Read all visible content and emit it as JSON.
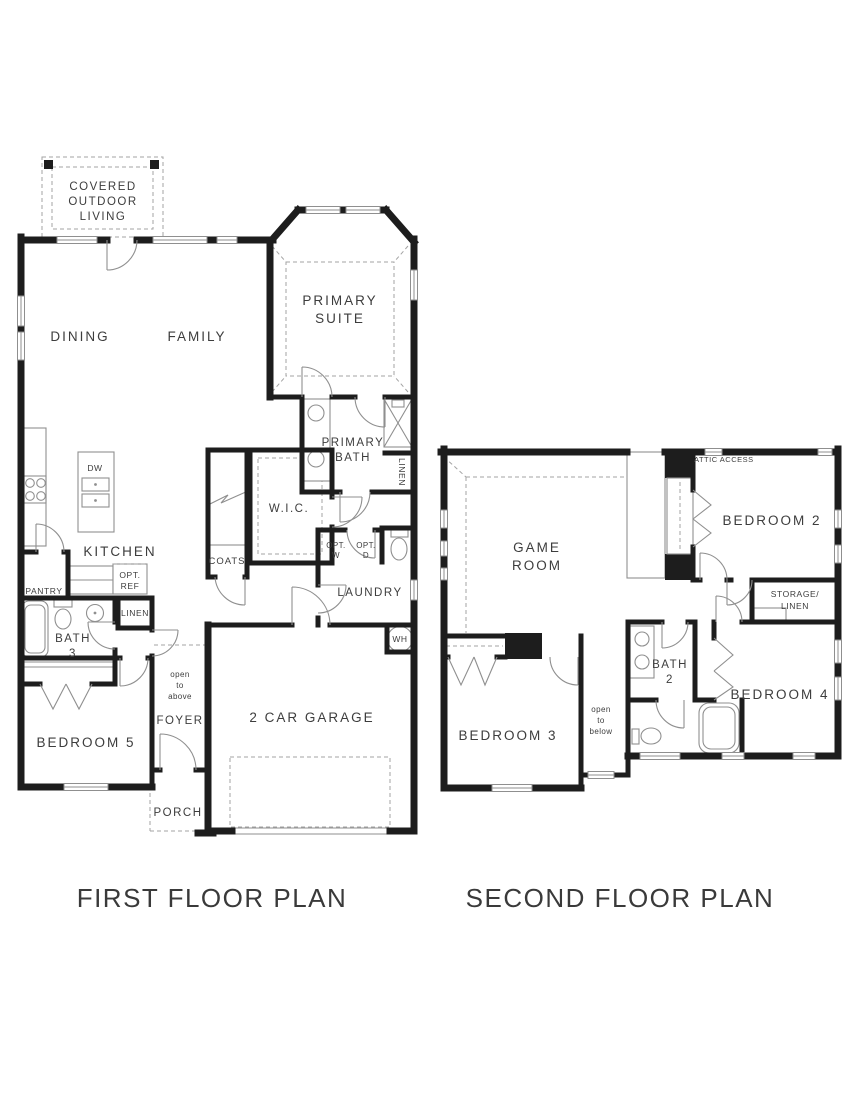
{
  "titles": {
    "first": "FIRST FLOOR PLAN",
    "second": "SECOND FLOOR PLAN"
  },
  "colors": {
    "wall": "#1d1d1d",
    "thin_line": "#8f8f8f",
    "dashed_line": "#a3a3a3",
    "text": "#3d3d3d",
    "background": "#ffffff"
  },
  "first_floor": {
    "covered_outdoor_living": [
      "COVERED",
      "OUTDOOR",
      "LIVING"
    ],
    "dining": "DINING",
    "family": "FAMILY",
    "primary_suite": [
      "PRIMARY",
      "SUITE"
    ],
    "primary_bath": [
      "PRIMARY",
      "BATH"
    ],
    "wic": "W.I.C.",
    "linen_bath": "LINEN",
    "kitchen": "KITCHEN",
    "dw": "DW",
    "opt_ref": [
      "OPT.",
      "REF"
    ],
    "pantry": "PANTRY",
    "linen_hall": "LINEN",
    "bath3": [
      "BATH",
      "3"
    ],
    "coats": "COATS",
    "opt_w": [
      "OPT.",
      "W"
    ],
    "opt_d": [
      "OPT.",
      "D"
    ],
    "laundry": "LAUNDRY",
    "bedroom5": "BEDROOM 5",
    "foyer": "FOYER",
    "open_to_above": [
      "open",
      "to",
      "above"
    ],
    "garage": "2 CAR GARAGE",
    "water_heater": "WH",
    "porch": "PORCH"
  },
  "second_floor": {
    "game_room": [
      "GAME",
      "ROOM"
    ],
    "attic_access": "ATTIC ACCESS",
    "bedroom2": "BEDROOM 2",
    "storage_linen": [
      "STORAGE/",
      "LINEN"
    ],
    "bath2": [
      "BATH",
      "2"
    ],
    "bedroom4": "BEDROOM 4",
    "bedroom3": "BEDROOM 3",
    "open_to_below": [
      "open",
      "to",
      "below"
    ]
  }
}
